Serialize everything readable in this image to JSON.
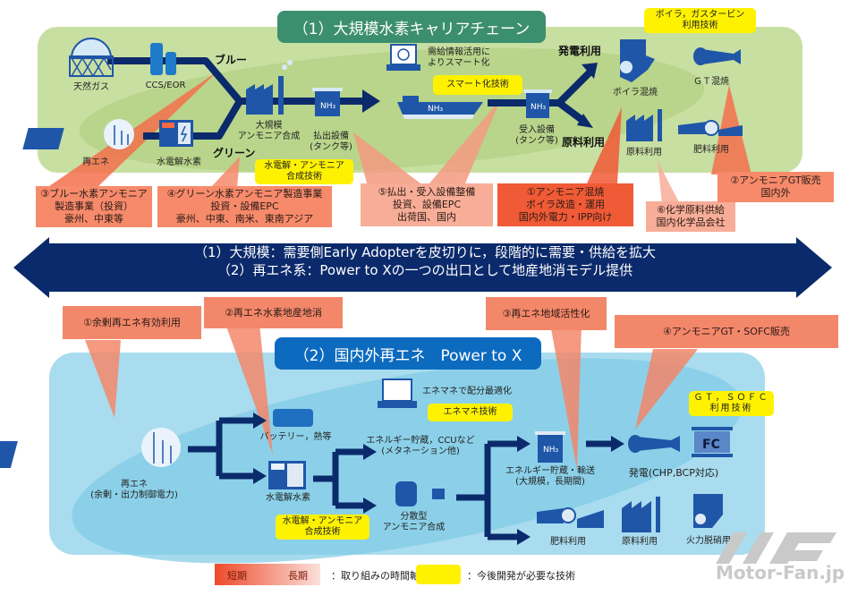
{
  "section1": {
    "title": "（1）大規模水素キャリアチェーン",
    "sources": {
      "gas": "天然ガス",
      "ccs": "CCS/EOR",
      "renewable": "再エネ",
      "electrolysis": "水電解水素"
    },
    "paths": {
      "blue": "ブルー",
      "green": "グリーン"
    },
    "process": {
      "synthesis": "大規模\nアンモニア合成",
      "shipping_out": "払出設備\n(タンク等)",
      "smart": "需給情報活用に\nよりスマート化",
      "receiving": "受入設備\n(タンク等)"
    },
    "uses": {
      "power": "発電利用",
      "feedstock": "原料利用",
      "boiler": "ボイラ混焼",
      "gt": "ＧＴ混焼",
      "raw": "原料利用",
      "fertilizer": "肥料利用"
    },
    "tech_boxes": {
      "electrolysis_tech": "水電解・アンモニア\n合成技術",
      "smart_tech": "スマート化技術",
      "boiler_gt_tech": "ボイラ，ガスタービン\n利用技術"
    },
    "ship_label": "NH₃",
    "tank_label": "NH₃"
  },
  "callouts_top": [
    {
      "text": "③ブルー水素アンモニア\n製造事業（投資）\n豪州、中東等",
      "shade": "mid"
    },
    {
      "text": "④グリーン水素アンモニア製造事業\n投資・設備EPC\n豪州、中東、南米、東南アジア",
      "shade": "mid"
    },
    {
      "text": "⑤払出・受入設備整備\n投資、設備EPC\n出荷国、国内",
      "shade": "light"
    },
    {
      "text": "①アンモニア混焼\nボイラ改造・運用\n国内外電力・IPP向け",
      "shade": "dark"
    },
    {
      "text": "⑥化学原料供給\n国内化学品会社",
      "shade": "light"
    },
    {
      "text": "②アンモニアGT販売\n国内外",
      "shade": "mid"
    }
  ],
  "banner": {
    "line1": "（1）大規模：需要側Early Adopterを皮切りに，段階的に需要・供給を拡大",
    "line2": "（2）再エネ系：Power to Xの一つの出口として地産地消モデル提供",
    "color": "#0b2a6b"
  },
  "callouts_bottom": [
    {
      "text": "①余剰再エネ有効利用"
    },
    {
      "text": "②再エネ水素地産地消"
    },
    {
      "text": "③再エネ地域活性化"
    },
    {
      "text": "④アンモニアGT・SOFC販売"
    }
  ],
  "section2": {
    "title": "（2）国内外再エネ　Power to X",
    "renewable": "再エネ\n(余剰・出力制御電力)",
    "battery": "バッテリー，熱等",
    "electrolysis": "水電解水素",
    "enemane": "エネマネで配分最適化",
    "storage_ccu": "エネルギー貯蔵，CCUなど\n(メタネーション他)",
    "distributed": "分散型\nアンモニア合成",
    "storage_transport": "エネルギー貯蔵・輸送\n(大規模，長期間)",
    "power": "発電(CHP,BCP対応)",
    "fertilizer": "肥料利用",
    "raw": "原料利用",
    "denox": "火力脱硝用",
    "fc_label": "FC",
    "tank_label": "NH₃",
    "tech_boxes": {
      "enemane_tech": "エネマネ技術",
      "electrolysis_tech": "水電解・アンモニア\n合成技術",
      "gt_sofc_tech": "ＧＴ，ＳＯＦＣ\n利用技術"
    }
  },
  "legend": {
    "short": "短期",
    "long": "長期",
    "timeline_desc": "：取り組みの時間軸",
    "yellow_desc": "：今後開発が必要な技術"
  },
  "watermark": "Motor-Fan.jp",
  "colors": {
    "navy": "#0b2a6b",
    "icon_blue": "#1f56a8",
    "green_panel": "#c8dfa2",
    "blue_panel": "#a9dcee",
    "highlight_yellow": "#fff200",
    "callout_dark": "#f05a36",
    "callout_mid": "#f68a6b",
    "callout_light": "#f7ad97"
  }
}
